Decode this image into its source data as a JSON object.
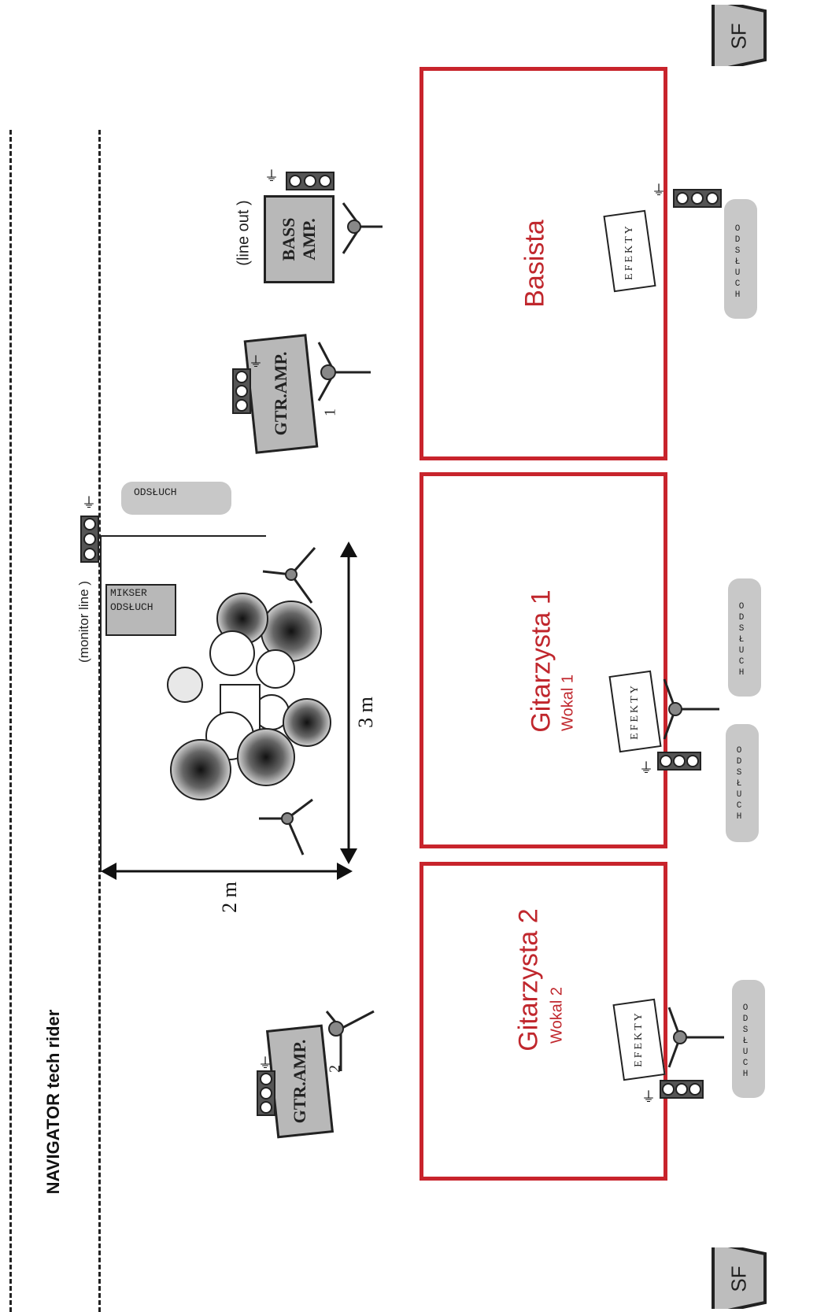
{
  "title": "NAVIGATOR  tech rider",
  "zones": {
    "bass": {
      "name": "Basista"
    },
    "guitar1": {
      "name": "Gitarzysta 1",
      "vocal": "Wokal 1"
    },
    "guitar2": {
      "name": "Gitarzysta 2",
      "vocal": "Wokal 2"
    }
  },
  "side_fill": {
    "top": "SF",
    "bottom": "SF"
  },
  "amps": {
    "bass_amp": "BASS AMP.",
    "bass_note": "(line out )",
    "gtr_amp_1": "GTR.AMP.",
    "gtr_amp_2": "GTR.AMP."
  },
  "mic_numbers": {
    "mic1": "1",
    "mic2": "2"
  },
  "drums": {
    "monitor_mixer": {
      "line1": "MIKSER",
      "line2": "ODSŁUCH"
    },
    "monitor_note": "(monitor line )",
    "drum_monitor": "ODSŁUCH",
    "width_label": "3 m",
    "depth_label": "2 m"
  },
  "effects_label": "EFEKTY",
  "monitor_label": "ODSŁUCH",
  "colors": {
    "zone_border": "#c8242c",
    "amp_fill": "#b8b8b8",
    "wedge_fill": "#c8c8c8"
  }
}
